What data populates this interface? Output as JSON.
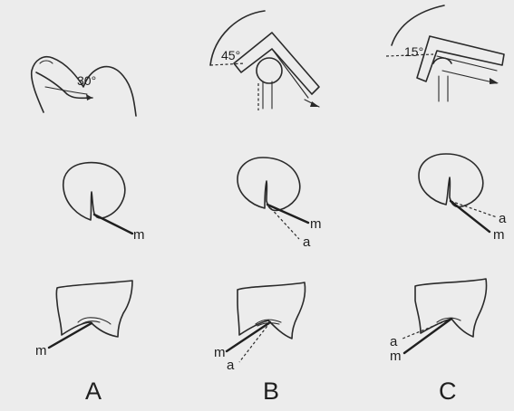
{
  "columns": {
    "A": {
      "label": "A",
      "angle": "30°"
    },
    "B": {
      "label": "B",
      "angle": "45°"
    },
    "C": {
      "label": "C",
      "angle": "15°"
    }
  },
  "lines": {
    "m": "m",
    "a": "a"
  }
}
